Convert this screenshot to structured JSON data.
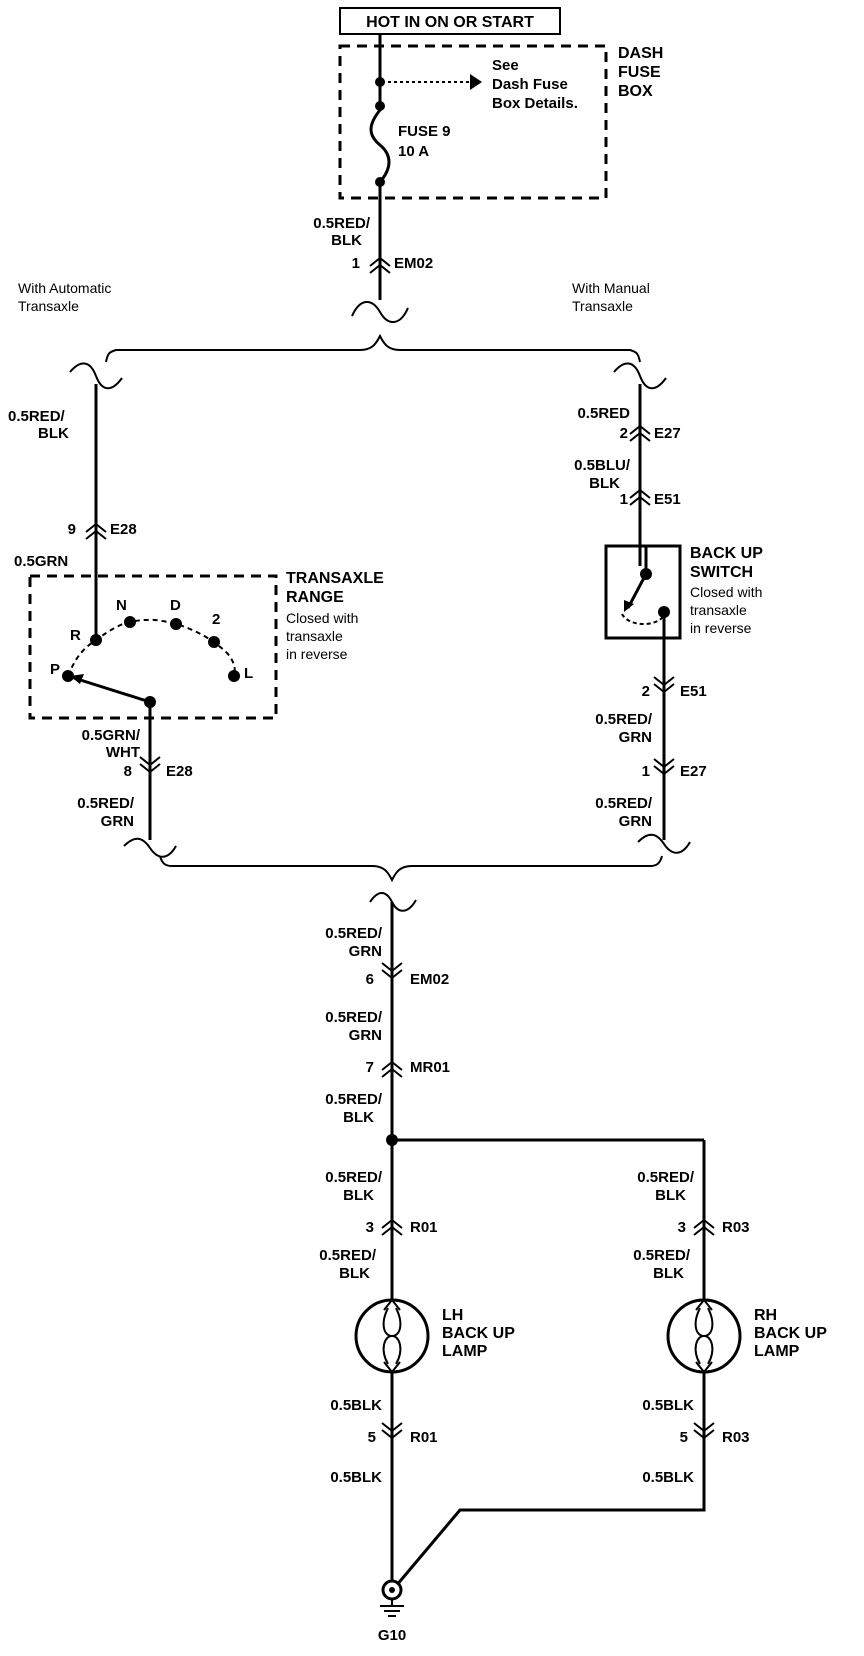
{
  "title": "HOT IN ON OR START",
  "fuse_box": {
    "label": [
      "DASH",
      "FUSE",
      "BOX"
    ],
    "note": [
      "See",
      "Dash Fuse",
      "Box Details."
    ],
    "fuse": [
      "FUSE 9",
      "10 A"
    ]
  },
  "branches": {
    "automatic": [
      "With Automatic",
      "Transaxle"
    ],
    "manual": [
      "With Manual",
      "Transaxle"
    ]
  },
  "wires": {
    "w_fuse_out": [
      "0.5RED/",
      "BLK"
    ],
    "w_auto_top": [
      "0.5RED/",
      "BLK"
    ],
    "w_auto_grn": "0.5GRN",
    "w_auto_grnwht": [
      "0.5GRN/",
      "WHT"
    ],
    "w_auto_redgrn": [
      "0.5RED/",
      "GRN"
    ],
    "w_man_red": "0.5RED",
    "w_man_blublk": [
      "0.5BLU/",
      "BLK"
    ],
    "w_man_redgrn1": [
      "0.5RED/",
      "GRN"
    ],
    "w_man_redgrn2": [
      "0.5RED/",
      "GRN"
    ],
    "w_main_redgrn1": [
      "0.5RED/",
      "GRN"
    ],
    "w_main_redgrn2": [
      "0.5RED/",
      "GRN"
    ],
    "w_main_redblk": [
      "0.5RED/",
      "BLK"
    ],
    "w_lh_redblk1": [
      "0.5RED/",
      "BLK"
    ],
    "w_lh_redblk2": [
      "0.5RED/",
      "BLK"
    ],
    "w_rh_redblk1": [
      "0.5RED/",
      "BLK"
    ],
    "w_rh_redblk2": [
      "0.5RED/",
      "BLK"
    ],
    "w_lh_blk1": "0.5BLK",
    "w_lh_blk2": "0.5BLK",
    "w_rh_blk1": "0.5BLK",
    "w_rh_blk2": "0.5BLK"
  },
  "connectors": {
    "em02_top": {
      "pin": "1",
      "name": "EM02"
    },
    "e28_top": {
      "pin": "9",
      "name": "E28"
    },
    "e28_bot": {
      "pin": "8",
      "name": "E28"
    },
    "e27_top": {
      "pin": "2",
      "name": "E27"
    },
    "e51_top": {
      "pin": "1",
      "name": "E51"
    },
    "e51_bot": {
      "pin": "2",
      "name": "E51"
    },
    "e27_bot": {
      "pin": "1",
      "name": "E27"
    },
    "em02_bot": {
      "pin": "6",
      "name": "EM02"
    },
    "mr01": {
      "pin": "7",
      "name": "MR01"
    },
    "r01_top": {
      "pin": "3",
      "name": "R01"
    },
    "r03_top": {
      "pin": "3",
      "name": "R03"
    },
    "r01_bot": {
      "pin": "5",
      "name": "R01"
    },
    "r03_bot": {
      "pin": "5",
      "name": "R03"
    }
  },
  "transaxle_range": {
    "label": [
      "TRANSAXLE",
      "RANGE"
    ],
    "note": [
      "Closed with",
      "transaxle",
      "in reverse"
    ],
    "positions": [
      "P",
      "R",
      "N",
      "D",
      "2",
      "L"
    ]
  },
  "backup_switch": {
    "label": [
      "BACK UP",
      "SWITCH"
    ],
    "note": [
      "Closed with",
      "transaxle",
      "in reverse"
    ]
  },
  "lamps": {
    "lh": [
      "LH",
      "BACK UP",
      "LAMP"
    ],
    "rh": [
      "RH",
      "BACK UP",
      "LAMP"
    ]
  },
  "ground": "G10"
}
